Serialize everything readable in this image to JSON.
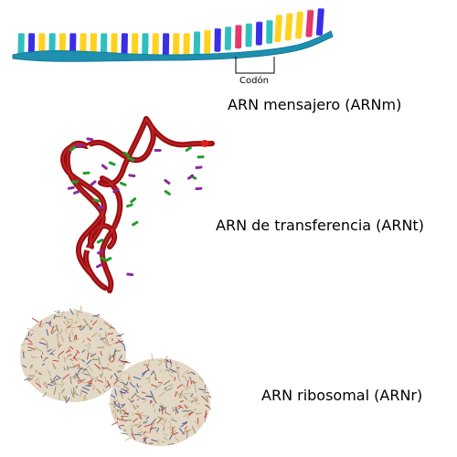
{
  "labels": {
    "mrna": "ARN mensajero (ARNm)",
    "trna": "ARN de transferencia (ARNt)",
    "rrna": "ARN ribosomal (ARNr)",
    "codon": "Codón"
  },
  "colors": {
    "backbone": "#1f8fb0",
    "backbone_dark": "#167a99",
    "base_palette": [
      "#2fbfbf",
      "#e8356d",
      "#ffd21f",
      "#3b2ee6"
    ],
    "trna_ribbon": "#9b0f12",
    "trna_bases": [
      "#1f9e2a",
      "#8a2a9e",
      "#ffffff"
    ],
    "ribosome": [
      "#b8a07a",
      "#3a4a9a",
      "#c0302a",
      "#8a7a5a"
    ]
  },
  "mrna_base_colors": [
    "cyan",
    "blue",
    "yellow",
    "cyan",
    "yellow",
    "blue",
    "yellow",
    "yellow",
    "cyan",
    "yellow",
    "blue",
    "yellow",
    "cyan",
    "yellow",
    "blue",
    "yellow",
    "yellow",
    "cyan",
    "yellow",
    "blue",
    "cyan",
    "pink",
    "cyan",
    "blue",
    "cyan",
    "yellow",
    "yellow",
    "yellow",
    "pink",
    "blue"
  ]
}
